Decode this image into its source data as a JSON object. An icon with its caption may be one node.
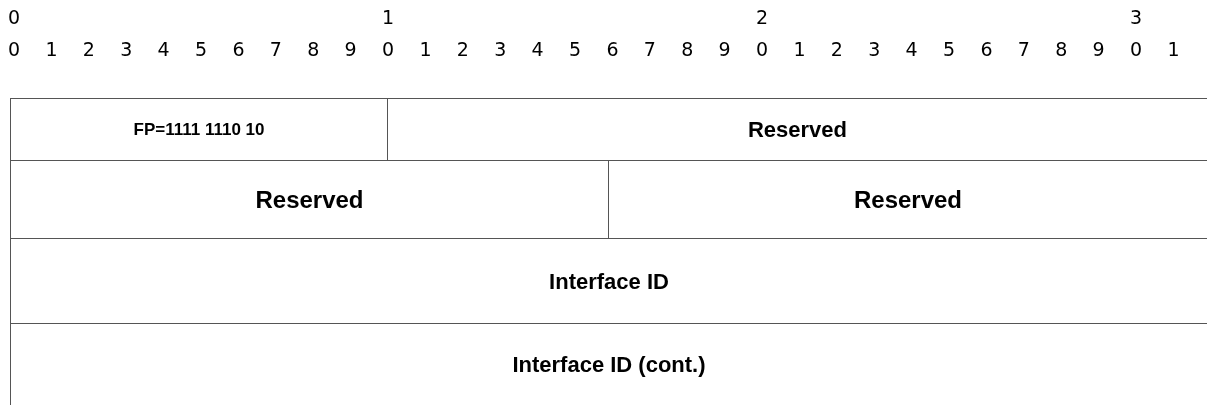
{
  "diagram": {
    "nodes": [
      {
        "text": [
          "FP=1111 1110 10"
        ]
      },
      {
        "text": [
          "Reserved"
        ]
      },
      {
        "text": [
          "Reserved"
        ]
      },
      {
        "text": [
          "Reserved"
        ]
      },
      {
        "text": [
          "Interface ID"
        ]
      },
      {
        "text": [
          "Interface ID (cont.)"
        ]
      }
    ],
    "labels": [
      "0",
      "1",
      "2",
      "3",
      "0",
      "1",
      "2",
      "3",
      "4",
      "5",
      "6",
      "7",
      "8",
      "9",
      "0",
      "1",
      "2",
      "3",
      "4",
      "5",
      "6",
      "7",
      "8",
      "9",
      "0",
      "1",
      "2",
      "3",
      "4",
      "5",
      "6",
      "7",
      "8",
      "9",
      "0",
      "1"
    ]
  }
}
